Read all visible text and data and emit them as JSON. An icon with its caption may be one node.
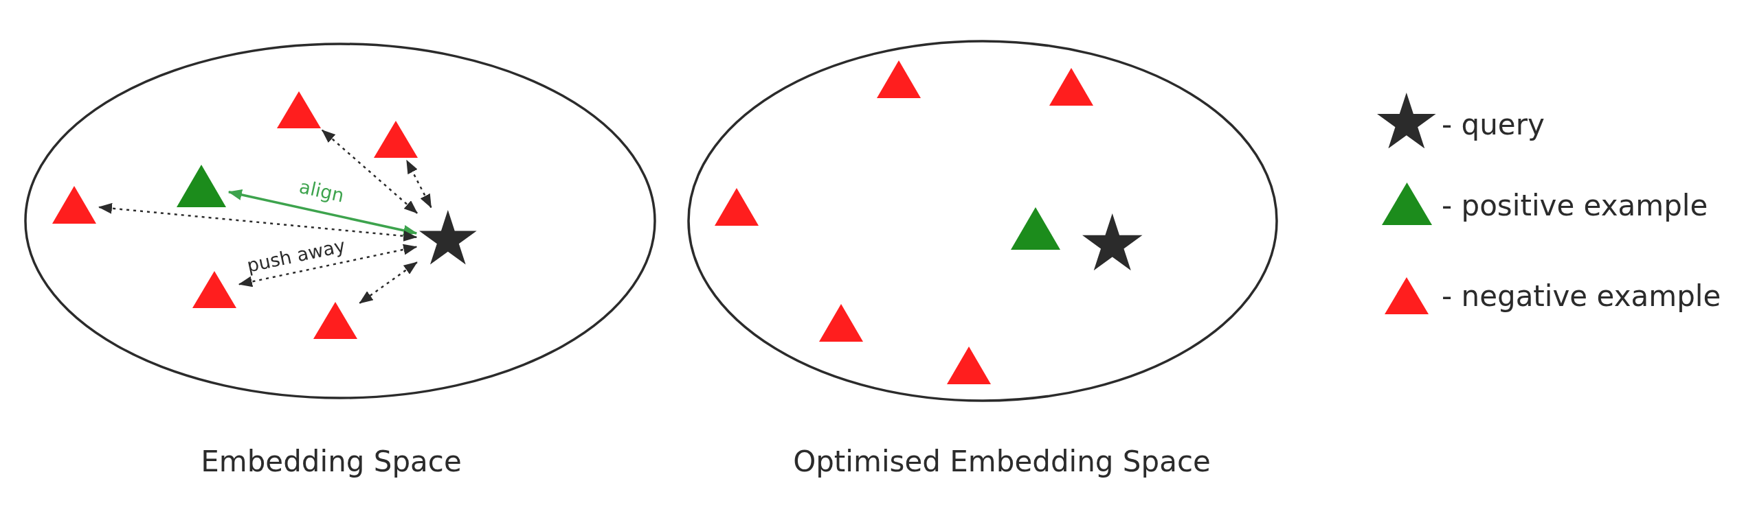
{
  "diagram": {
    "nodes": [
      {
        "text": [
          "Embedding Space"
        ]
      },
      {
        "text": [],
        "shape": "triangle",
        "in": 0
      },
      {
        "text": [],
        "shape": "triangle",
        "in": 0
      },
      {
        "text": [],
        "shape": "triangle",
        "in": 0
      },
      {
        "text": [],
        "shape": "triangle",
        "in": 0
      },
      {
        "text": [],
        "shape": "star",
        "in": 0
      },
      {
        "text": [],
        "shape": "triangle",
        "in": 0
      },
      {
        "text": [],
        "shape": "triangle",
        "in": 0
      },
      {
        "text": [
          "Optimised Embedding Space"
        ]
      },
      {
        "text": [],
        "shape": "triangle",
        "in": 8
      },
      {
        "text": [],
        "shape": "triangle",
        "in": 8
      },
      {
        "text": [],
        "shape": "triangle",
        "in": 8
      },
      {
        "text": [],
        "shape": "triangle",
        "in": 8
      },
      {
        "text": [],
        "shape": "star",
        "in": 8
      },
      {
        "text": [],
        "shape": "triangle",
        "in": 8
      },
      {
        "text": [],
        "shape": "triangle",
        "in": 8
      }
    ],
    "edges": [
      {
        "from": 5,
        "to": 1,
        "arrow": "both",
        "style": "dashed"
      },
      {
        "from": 5,
        "to": 2,
        "arrow": "both",
        "style": "dashed"
      },
      {
        "from": 5,
        "to": 3,
        "arrow": "both",
        "label": "align",
        "color": "#3da34d"
      },
      {
        "from": 5,
        "to": 4,
        "arrow": "both",
        "style": "dashed"
      },
      {
        "from": 5,
        "to": 6,
        "arrow": "both",
        "style": "dashed",
        "label": "push away"
      },
      {
        "from": 5,
        "to": 7,
        "arrow": "both",
        "style": "dashed"
      }
    ],
    "legend": [
      {
        "text": "- query"
      },
      {
        "text": "- positive example",
        "color": "#1c8c1c"
      },
      {
        "text": "- negative example",
        "color": "#ff1e1e"
      }
    ]
  }
}
